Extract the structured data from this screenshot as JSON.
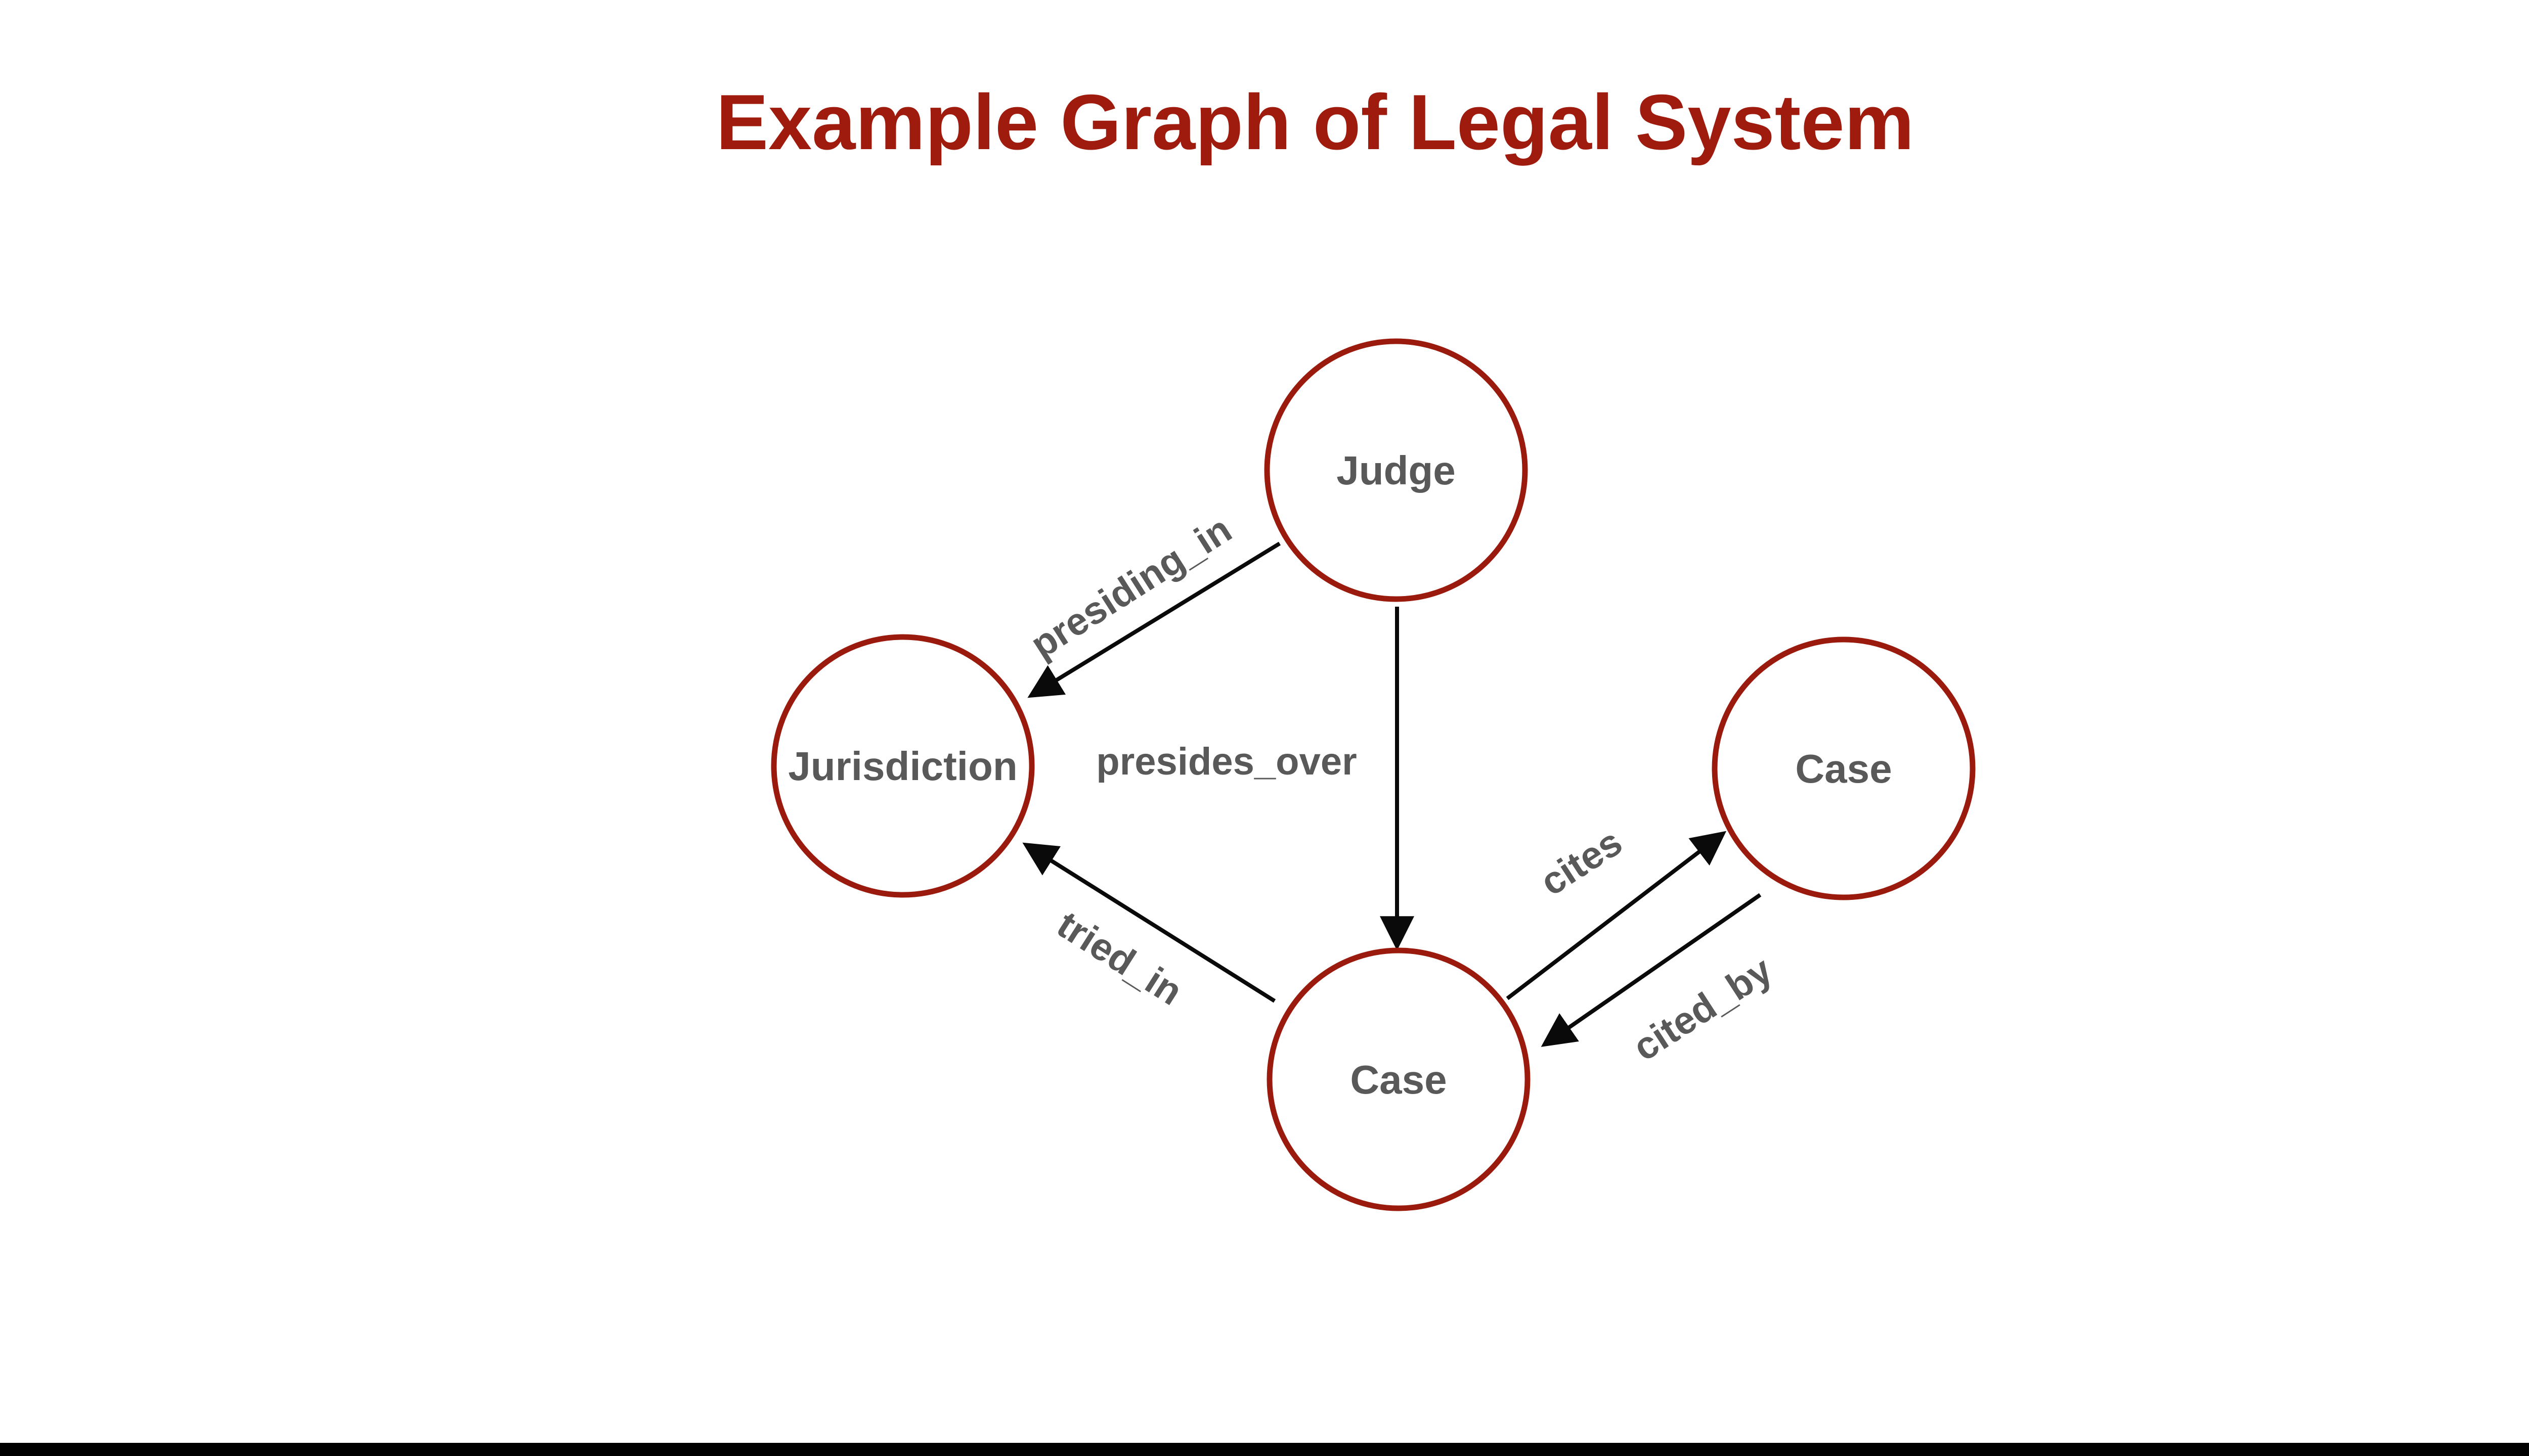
{
  "title": "Example Graph of Legal System",
  "colors": {
    "background": "#ffffff",
    "title_text": "#9e1b0e",
    "node_stroke": "#9a1b0d",
    "node_fill": "#ffffff",
    "node_label_text": "#595959",
    "edge_label_text": "#595959",
    "arrow": "#0a0a0a",
    "footer_bar": "#000000"
  },
  "nodes": [
    {
      "label": "Judge"
    },
    {
      "label": "Jurisdiction"
    },
    {
      "label": "Case"
    },
    {
      "label": "Case"
    }
  ],
  "edges": [
    {
      "label": "presiding_in",
      "from": "Judge",
      "to": "Jurisdiction"
    },
    {
      "label": "presides_over",
      "from": "Judge",
      "to": "Case"
    },
    {
      "label": "tried_in",
      "from": "Case",
      "to": "Jurisdiction"
    },
    {
      "label": "cites",
      "from": "Case",
      "to": "Case"
    },
    {
      "label": "cited_by",
      "from": "Case",
      "to": "Case"
    }
  ]
}
